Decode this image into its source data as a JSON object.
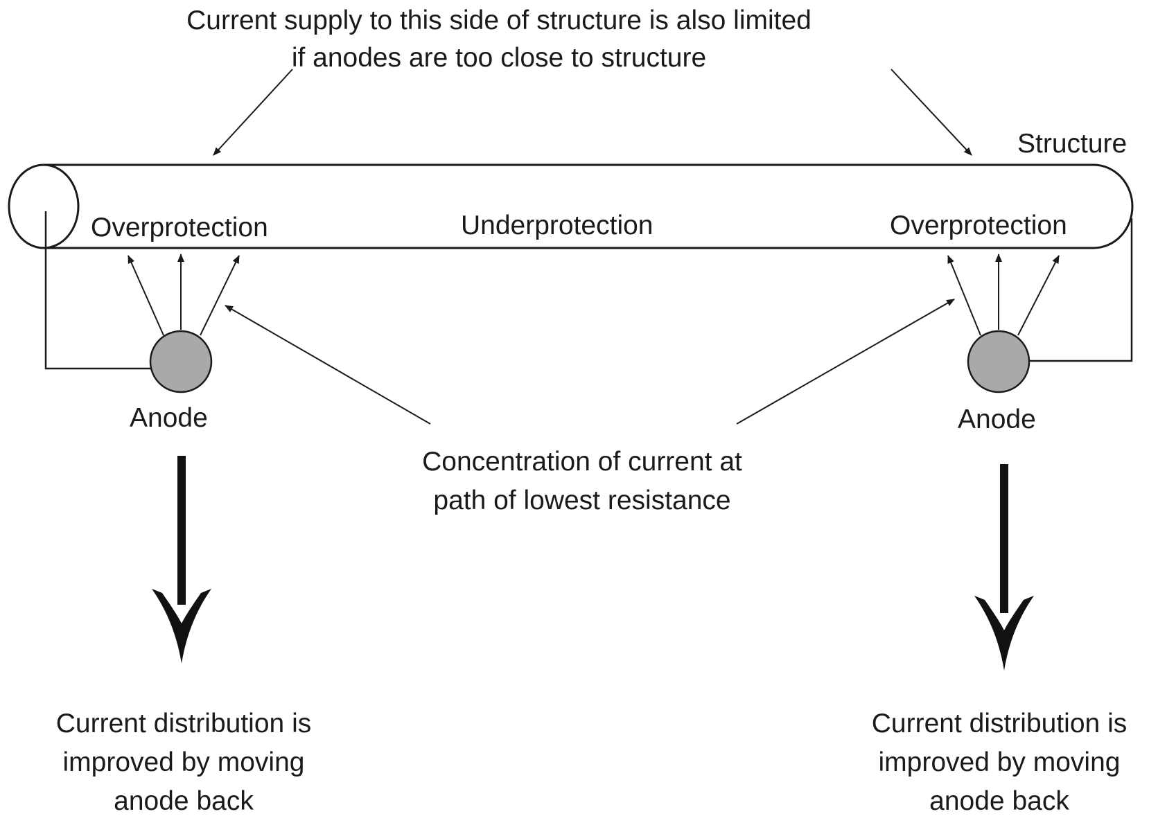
{
  "top_note": {
    "line1": "Current supply to this side of structure is also limited",
    "line2": "if anodes are too close to structure"
  },
  "structure_label": "Structure",
  "zones": {
    "left": "Overprotection",
    "middle": "Underprotection",
    "right": "Overprotection"
  },
  "anodes": {
    "left_label": "Anode",
    "right_label": "Anode",
    "fill_color": "#a9a9a9"
  },
  "concentration_note": {
    "line1": "Concentration of current at",
    "line2": "path of lowest resistance"
  },
  "improvement_notes": {
    "left": {
      "line1": "Current distribution is",
      "line2": "improved by moving",
      "line3": "anode back"
    },
    "right": {
      "line1": "Current distribution is",
      "line2": "improved by moving",
      "line3": "anode back"
    }
  }
}
